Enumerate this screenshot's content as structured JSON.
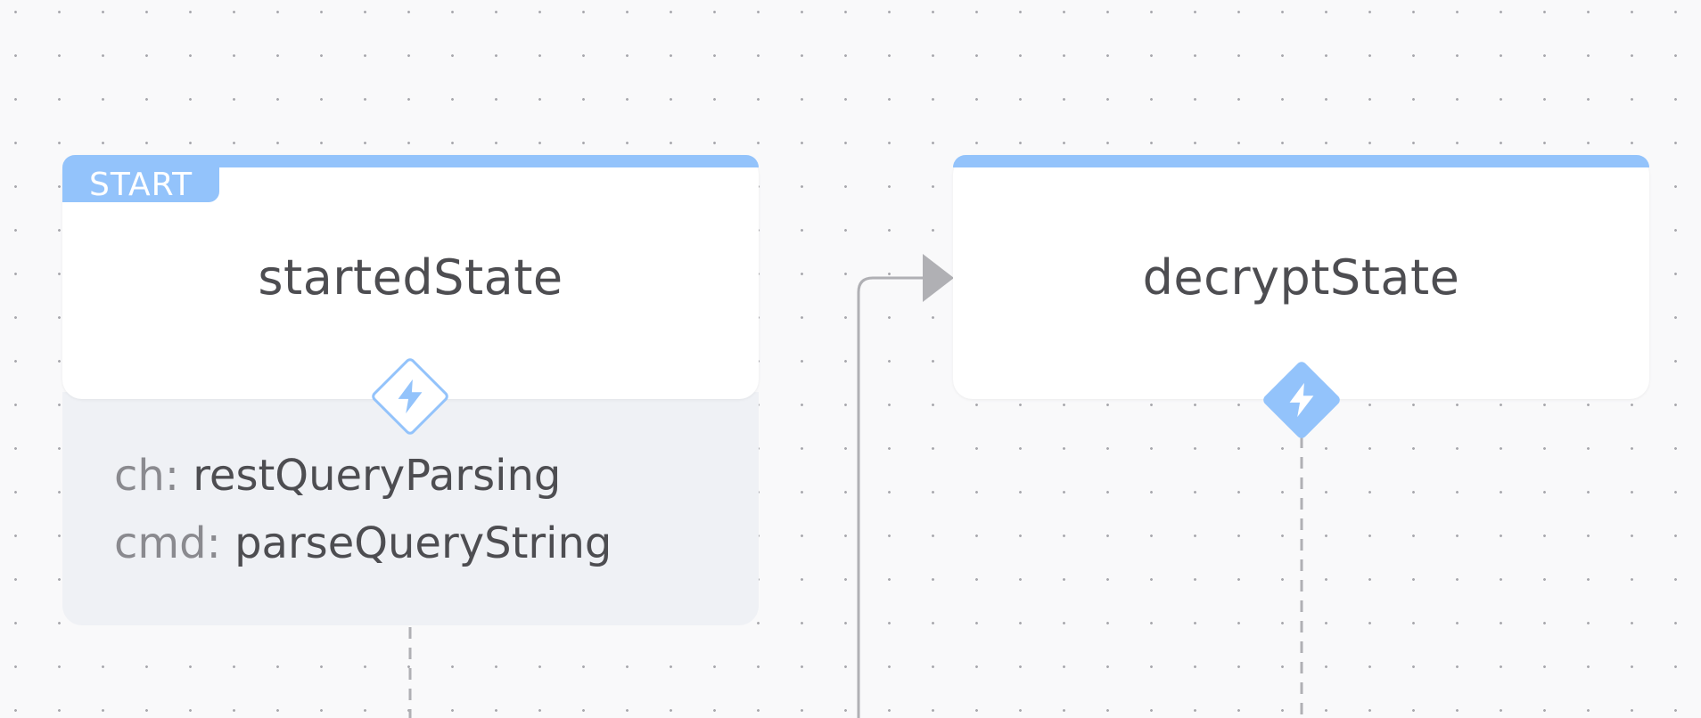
{
  "theme": {
    "accent": "#93c3fb",
    "text": "#4d4d51",
    "muted": "#8a8a8f",
    "connector": "#b0b0b4"
  },
  "states": [
    {
      "name": "startedState",
      "badge": "START",
      "icon": "lightning-icon",
      "actions": [
        {
          "key": "ch:",
          "value": "restQueryParsing"
        },
        {
          "key": "cmd:",
          "value": "parseQueryString"
        }
      ]
    },
    {
      "name": "decryptState",
      "icon": "lightning-icon"
    }
  ]
}
